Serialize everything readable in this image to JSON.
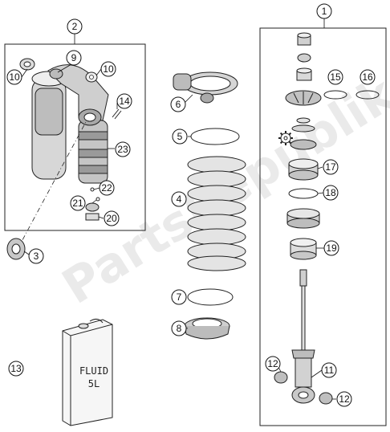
{
  "watermark": "PartsRepublik",
  "fluid_can": {
    "line1": "FLUID",
    "line2": "5L"
  },
  "callouts": {
    "c1": "1",
    "c2": "2",
    "c3": "3",
    "c4": "4",
    "c5": "5",
    "c6": "6",
    "c7": "7",
    "c8": "8",
    "c9": "9",
    "c10a": "10",
    "c10b": "10",
    "c11": "11",
    "c12a": "12",
    "c12b": "12",
    "c13": "13",
    "c14": "14",
    "c15": "15",
    "c16": "16",
    "c17": "17",
    "c18": "18",
    "c19": "19",
    "c20": "20",
    "c21": "21",
    "c22": "22",
    "c23": "23"
  },
  "icons": {
    "gear": "gear-icon"
  }
}
